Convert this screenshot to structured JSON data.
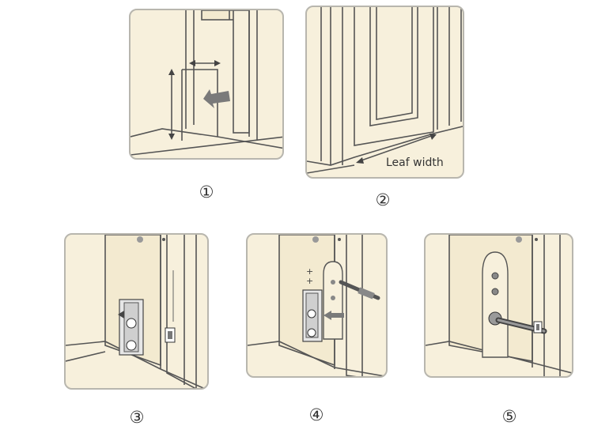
{
  "steps": [
    {
      "number": "①"
    },
    {
      "number": "②"
    },
    {
      "number": "③"
    },
    {
      "number": "④"
    },
    {
      "number": "⑤"
    }
  ],
  "labels": {
    "leaf_width": "Leaf width"
  },
  "colors": {
    "panel_bg": "#f7f0dc",
    "panel_border": "#b8b6ae",
    "line": "#555555",
    "arrow_gray": "#7a7a7a",
    "metal": "#9a9a9a"
  }
}
